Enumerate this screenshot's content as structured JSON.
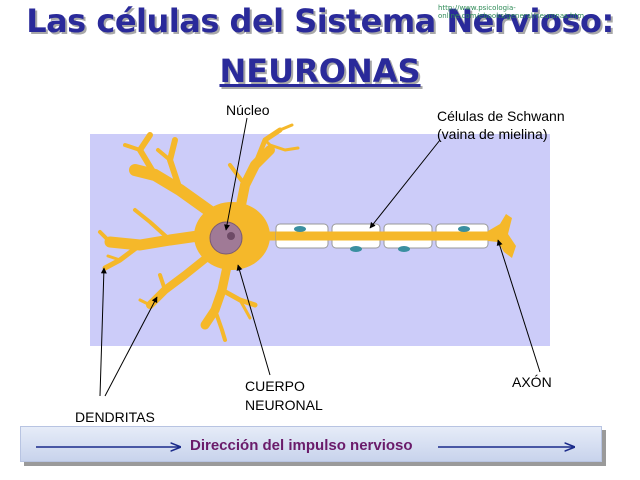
{
  "title": {
    "line1": "Las células del Sistema Nervioso:",
    "line2": "NEURONAS"
  },
  "source_url": "http://www.psicologia-online.com/ebooks/general/neuronas.htm",
  "labels": {
    "nucleo": "Núcleo",
    "schwann_line1": "Células de Schwann",
    "schwann_line2": "(vaina de mielina)",
    "cuerpo_line1": "CUERPO",
    "cuerpo_line2": "NEURONAL",
    "axon": "AXÓN",
    "dendritas": "DENDRITAS"
  },
  "impulse_bar": {
    "text": "Dirección del impulso nervioso"
  },
  "colors": {
    "title": "#2a2a9a",
    "panel": "#ccccf9",
    "neuron": "#f5b82a",
    "nucleus": "#a07a96",
    "arrow_bar": "#6a1b6a"
  }
}
